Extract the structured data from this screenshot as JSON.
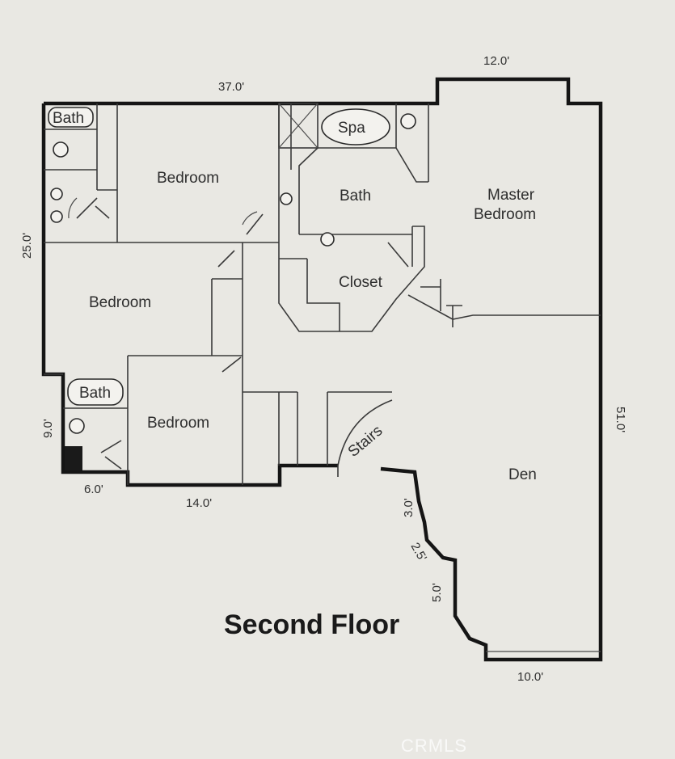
{
  "title": "Second Floor",
  "watermark": "CRMLS",
  "rooms": {
    "bath_upper_left": "Bath",
    "bedroom_top": "Bedroom",
    "spa": "Spa",
    "bath_master": "Bath",
    "master_bedroom_line1": "Master",
    "master_bedroom_line2": "Bedroom",
    "bedroom_middle": "Bedroom",
    "closet": "Closet",
    "bath_lower_left": "Bath",
    "bedroom_lower": "Bedroom",
    "stairs": "Stairs",
    "den": "Den"
  },
  "dimensions": {
    "top_width": "37.0'",
    "master_width": "12.0'",
    "left_height": "25.0'",
    "right_height": "51.0'",
    "bath_height": "9.0'",
    "bath_width": "6.0'",
    "bedroom_width": "14.0'",
    "bay_top": "3.0'",
    "bay_diag": "2.5'",
    "bay_side": "5.0'",
    "den_bottom": "10.0'"
  }
}
